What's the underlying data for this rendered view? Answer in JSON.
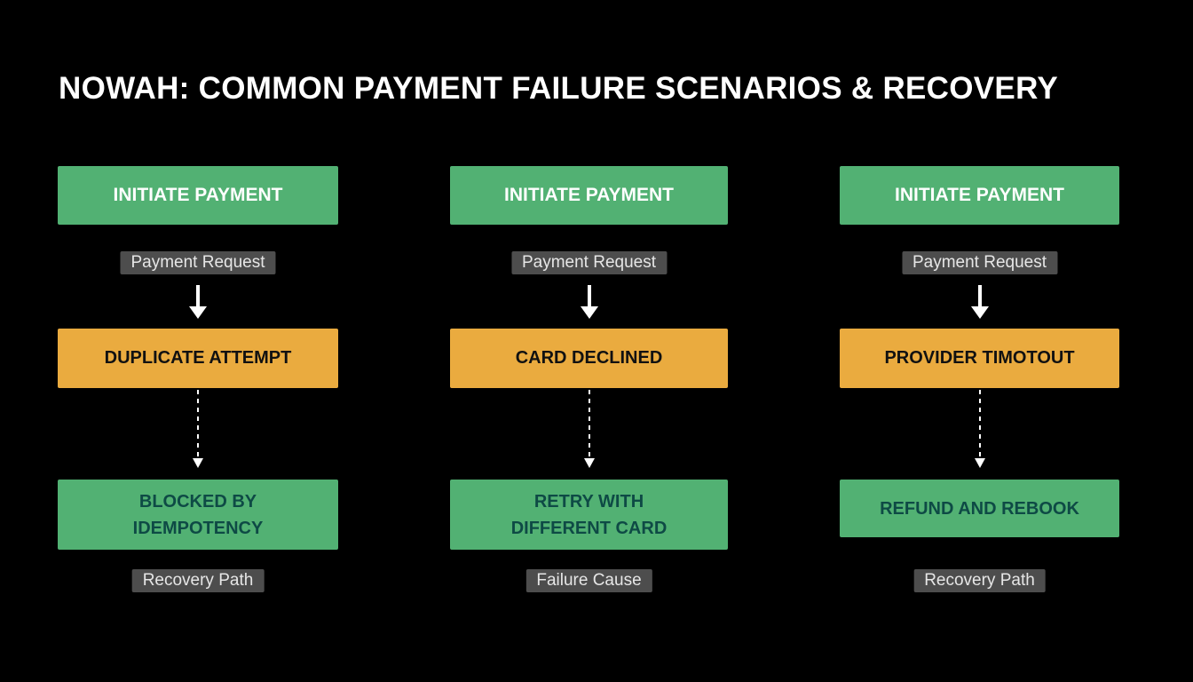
{
  "title": "NOWAH: COMMON PAYMENT FAILURE SCENARIOS & RECOVERY",
  "colors": {
    "green": "#52b173",
    "orange": "#eaab3f",
    "label_bg": "#4d4d4d"
  },
  "columns": [
    {
      "start": "INITIATE PAYMENT",
      "request_label": "Payment Request",
      "failure": "DUPLICATE ATTEMPT",
      "recovery_line1": "BLOCKED BY",
      "recovery_line2": "IDEMPOTENCY",
      "bottom_label": "Recovery Path"
    },
    {
      "start": "INITIATE PAYMENT",
      "request_label": "Payment Request",
      "failure": "CARD DECLINED",
      "recovery_line1": "RETRY WITH",
      "recovery_line2": "DIFFERENT CARD",
      "bottom_label": "Failure Cause"
    },
    {
      "start": "INITIATE PAYMENT",
      "request_label": "Payment Request",
      "failure": "PROVIDER TIMOTOUT",
      "recovery_line1": "REFUND AND REBOOK",
      "bottom_label": "Recovery Path"
    }
  ]
}
